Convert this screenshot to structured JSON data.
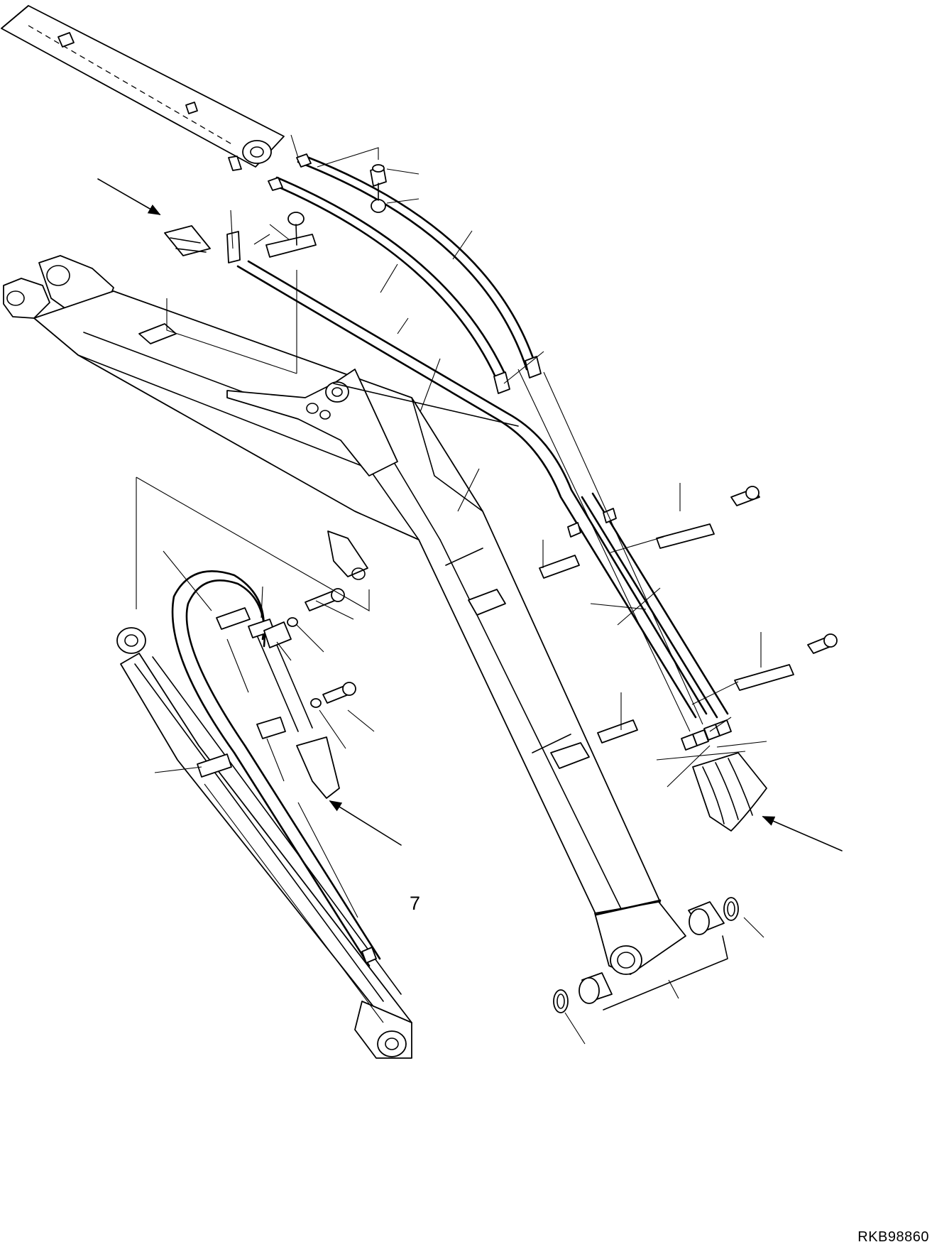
{
  "diagram": {
    "callouts": [
      {
        "id": "hose-7",
        "text": "7"
      }
    ],
    "drawing_code": "RKB98860"
  },
  "colors": {
    "ink": "#000000",
    "paper": "#ffffff"
  }
}
